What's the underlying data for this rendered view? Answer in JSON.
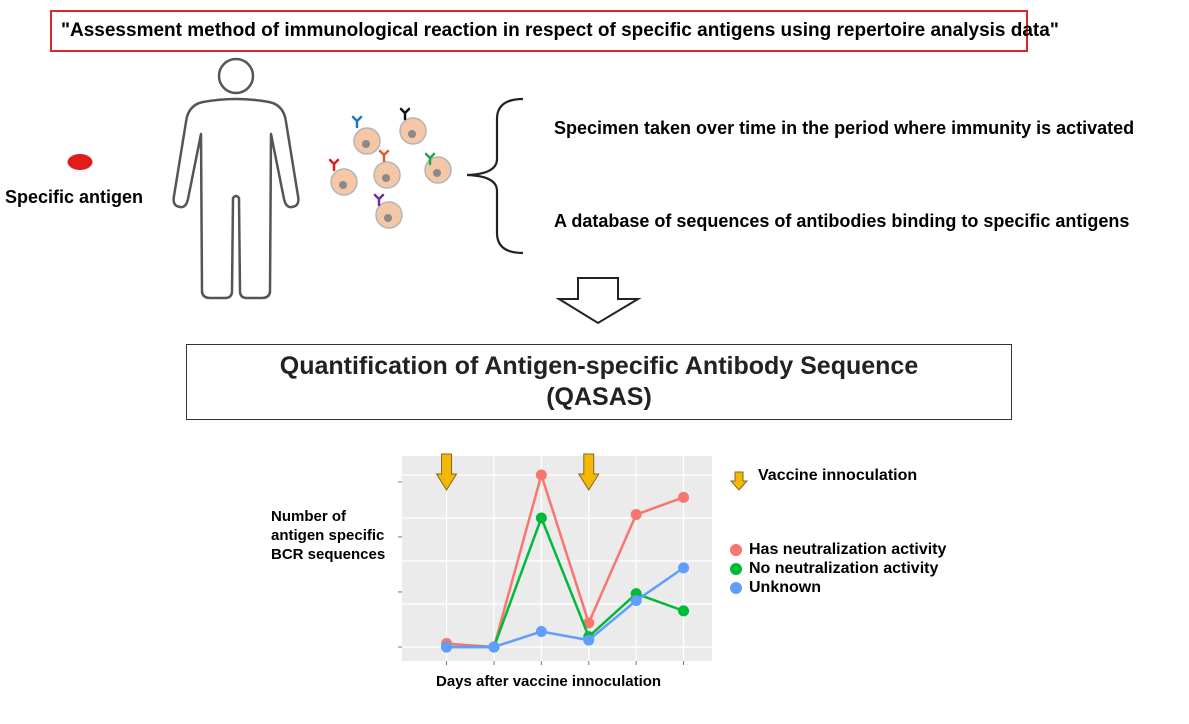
{
  "title": "\"Assessment method of immunological reaction in respect of specific antigens using repertoire analysis data\"",
  "antigen_label": "Specific antigen",
  "bracket_items": [
    "Specimen taken over time in the period where immunity is activated",
    "A database of sequences of antibodies binding to specific antigens"
  ],
  "qasas": {
    "line1": "Quantification of Antigen-specific Antibody Sequence",
    "line2": "(QASAS)"
  },
  "colors": {
    "title_border": "#e0262b",
    "antigen": "#e21b1b",
    "cell_fill": "#f4c7a6",
    "cell_nucleus": "#8a8a8a",
    "arrow_fill": "#f5b800",
    "series_has": "#f8766d",
    "series_no": "#00ba38",
    "series_unknown": "#619cff",
    "plot_bg": "#ebebeb"
  },
  "antibody_colors": [
    "#1f77c4",
    "#111111",
    "#e8572a",
    "#e21b1b",
    "#1fa84a",
    "#6b2fa0"
  ],
  "chart_data": {
    "type": "line",
    "x": [
      1,
      2,
      3,
      4,
      5,
      6
    ],
    "xlabel": "Days after vaccine innoculation",
    "ylabel": "Number of antigen specific BCR sequences",
    "series": [
      {
        "name": "Has neutralization activity",
        "color": "#f8766d",
        "values": [
          2,
          0,
          100,
          14,
          77,
          87
        ]
      },
      {
        "name": "No neutralization activity",
        "color": "#00ba38",
        "values": [
          0,
          0,
          75,
          6,
          31,
          21
        ]
      },
      {
        "name": "Unknown",
        "color": "#619cff",
        "values": [
          0,
          0,
          9,
          4,
          27,
          46
        ]
      }
    ],
    "vaccination_days": [
      1,
      4
    ],
    "vaccination_label": "Vaccine innoculation",
    "ylim": [
      0,
      100
    ],
    "grid": true
  }
}
